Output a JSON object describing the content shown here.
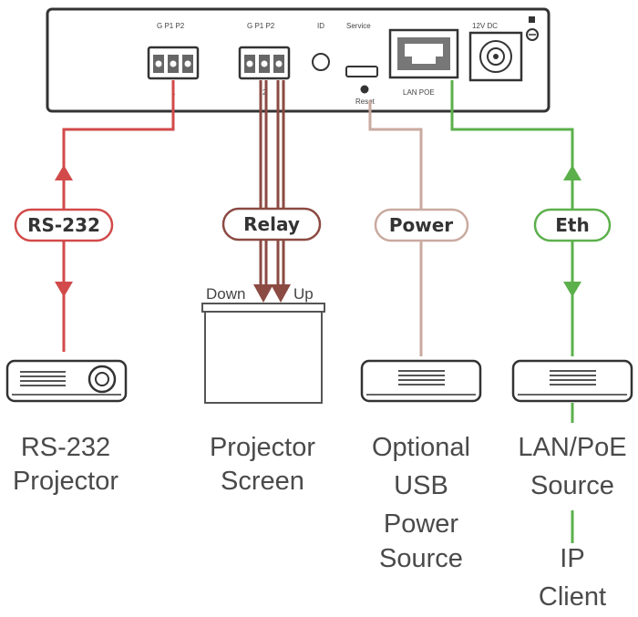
{
  "device": {
    "port1_pins": "G  P1 P2",
    "port1_number": "1",
    "port2_pins": "G  P1 P2",
    "port2_number": "2",
    "id_label": "ID",
    "service_label": "Service",
    "reset_label": "Reset",
    "lan_label": "LAN POE",
    "dc_label": "12V DC"
  },
  "links": {
    "rs232": "RS-232",
    "relay": "Relay",
    "power": "Power",
    "eth": "Eth"
  },
  "screen": {
    "down_label": "Down",
    "up_label": "Up"
  },
  "captions": {
    "rs232_projector": [
      "RS-232",
      "Projector"
    ],
    "projector_screen": [
      "Projector",
      "Screen"
    ],
    "usb_power": [
      "Optional",
      "USB",
      "Power",
      "Source"
    ],
    "lan_poe": [
      "LAN/PoE",
      "Source"
    ],
    "ip_client": [
      "IP",
      "Client"
    ]
  },
  "colors": {
    "rs232": "#d24a4a",
    "relay": "#8b4a42",
    "power": "#c9aaa0",
    "eth": "#5cb04c",
    "outline": "#333333"
  }
}
